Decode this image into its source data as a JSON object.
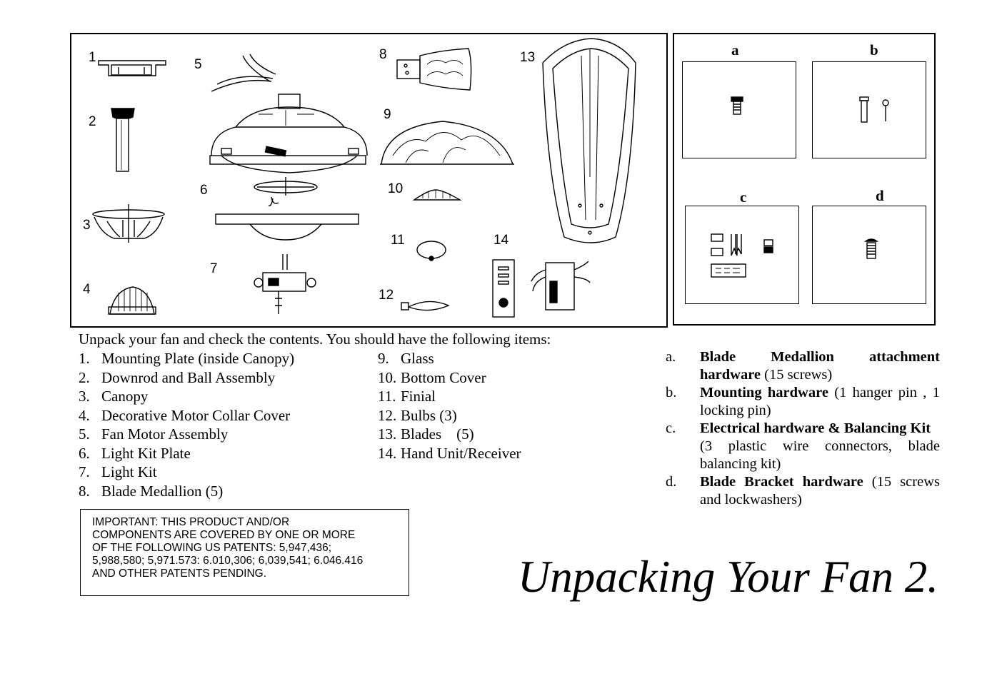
{
  "diagram": {
    "part_numbers": [
      "1",
      "2",
      "3",
      "4",
      "5",
      "6",
      "7",
      "8",
      "9",
      "10",
      "11",
      "12",
      "13",
      "14"
    ],
    "hardware_letters": [
      "a",
      "b",
      "c",
      "d"
    ]
  },
  "intro": "Unpack your fan and check the contents. You should have the following items:",
  "items_col1": [
    {
      "num": "1.",
      "label": "Mounting Plate (inside Canopy)"
    },
    {
      "num": "2.",
      "label": "Downrod and Ball Assembly"
    },
    {
      "num": "3.",
      "label": "Canopy"
    },
    {
      "num": "4.",
      "label": "Decorative Motor Collar Cover"
    },
    {
      "num": "5.",
      "label": "Fan Motor Assembly"
    },
    {
      "num": "6.",
      "label": "Light Kit Plate"
    },
    {
      "num": "7.",
      "label": "Light Kit"
    },
    {
      "num": "8.",
      "label": "Blade Medallion (5)"
    }
  ],
  "items_col2": [
    {
      "num": "9.",
      "label": "Glass"
    },
    {
      "num": "10.",
      "label": "Bottom Cover"
    },
    {
      "num": "11.",
      "label": "Finial"
    },
    {
      "num": "12.",
      "label": "Bulbs (3)"
    },
    {
      "num": "13.",
      "label": "Blades    (5)"
    },
    {
      "num": "14.",
      "label": "Hand Unit/Receiver"
    }
  ],
  "hardware_list": [
    {
      "letter": "a.",
      "title": "Blade Medallion attachment hardware",
      "detail": " (15 screws)"
    },
    {
      "letter": "b.",
      "title": "Mounting hardware",
      "detail": " (1 hanger pin , 1 locking pin)"
    },
    {
      "letter": "c.",
      "title": "Electrical hardware & Balancing Kit",
      "detail": "(3 plastic wire connectors, blade balancing kit)"
    },
    {
      "letter": "d.",
      "title": "Blade Bracket hardware",
      "detail": " (15 screws and lockwashers)"
    }
  ],
  "patent_notice": "IMPORTANT: THIS PRODUCT AND/OR\nCOMPONENTS ARE COVERED BY ONE OR MORE\nOF THE FOLLOWING US PATENTS: 5,947,436;\n5,988,580; 5,971.573: 6.010,306; 6,039,541; 6.046.416\nAND OTHER PATENTS PENDING.",
  "page_title": "Unpacking Your Fan 2."
}
